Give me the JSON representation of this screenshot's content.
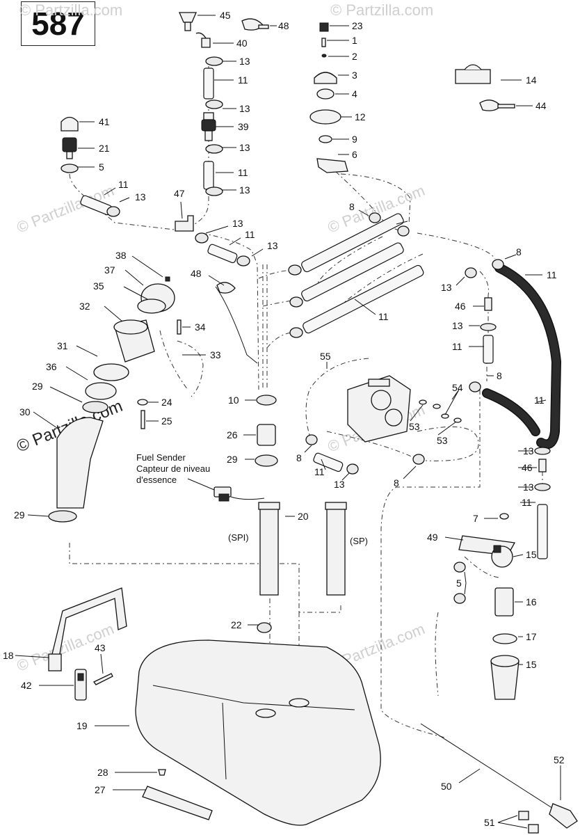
{
  "page_number": "587",
  "watermark": "© Partzilla.com",
  "texts": {
    "fuel_sender_en": "Fuel Sender",
    "fuel_sender_fr1": "Capteur de niveau",
    "fuel_sender_fr2": "d'essence",
    "spi": "(SPI)",
    "sp": "(SP)"
  },
  "labels": [
    {
      "id": "l45",
      "text": "45"
    },
    {
      "id": "l48a",
      "text": "48"
    },
    {
      "id": "l40",
      "text": "40"
    },
    {
      "id": "l13a",
      "text": "13"
    },
    {
      "id": "l11a",
      "text": "11"
    },
    {
      "id": "l13b",
      "text": "13"
    },
    {
      "id": "l39",
      "text": "39"
    },
    {
      "id": "l13c",
      "text": "13"
    },
    {
      "id": "l11b",
      "text": "11"
    },
    {
      "id": "l13d",
      "text": "13"
    },
    {
      "id": "l23",
      "text": "23"
    },
    {
      "id": "l1",
      "text": "1"
    },
    {
      "id": "l2",
      "text": "2"
    },
    {
      "id": "l3",
      "text": "3"
    },
    {
      "id": "l4",
      "text": "4"
    },
    {
      "id": "l12",
      "text": "12"
    },
    {
      "id": "l9",
      "text": "9"
    },
    {
      "id": "l6",
      "text": "6"
    },
    {
      "id": "l14",
      "text": "14"
    },
    {
      "id": "l44",
      "text": "44"
    },
    {
      "id": "l41",
      "text": "41"
    },
    {
      "id": "l21",
      "text": "21"
    },
    {
      "id": "l5a",
      "text": "5"
    },
    {
      "id": "l11c",
      "text": "11"
    },
    {
      "id": "l13e",
      "text": "13"
    },
    {
      "id": "l47",
      "text": "47"
    },
    {
      "id": "l8a",
      "text": "8"
    },
    {
      "id": "l13f",
      "text": "13"
    },
    {
      "id": "l11d",
      "text": "11"
    },
    {
      "id": "l13g",
      "text": "13"
    },
    {
      "id": "l8b",
      "text": "8"
    },
    {
      "id": "l11e",
      "text": "11"
    },
    {
      "id": "l13h",
      "text": "13"
    },
    {
      "id": "l46a",
      "text": "46"
    },
    {
      "id": "l13i",
      "text": "13"
    },
    {
      "id": "l11f",
      "text": "11"
    },
    {
      "id": "l38",
      "text": "38"
    },
    {
      "id": "l37",
      "text": "37"
    },
    {
      "id": "l35",
      "text": "35"
    },
    {
      "id": "l48b",
      "text": "48"
    },
    {
      "id": "l11g",
      "text": "11"
    },
    {
      "id": "l32",
      "text": "32"
    },
    {
      "id": "l34",
      "text": "34"
    },
    {
      "id": "l31",
      "text": "31"
    },
    {
      "id": "l33",
      "text": "33"
    },
    {
      "id": "l36",
      "text": "36"
    },
    {
      "id": "l55",
      "text": "55"
    },
    {
      "id": "l8c",
      "text": "8"
    },
    {
      "id": "l54",
      "text": "54"
    },
    {
      "id": "l11h",
      "text": "11"
    },
    {
      "id": "l29a",
      "text": "29"
    },
    {
      "id": "l24",
      "text": "24"
    },
    {
      "id": "l10",
      "text": "10"
    },
    {
      "id": "l30",
      "text": "30"
    },
    {
      "id": "l25",
      "text": "25"
    },
    {
      "id": "l53a",
      "text": "53"
    },
    {
      "id": "l26",
      "text": "26"
    },
    {
      "id": "l53b",
      "text": "53"
    },
    {
      "id": "l8d",
      "text": "8"
    },
    {
      "id": "l13j",
      "text": "13"
    },
    {
      "id": "l29b",
      "text": "29"
    },
    {
      "id": "l11i",
      "text": "11"
    },
    {
      "id": "l46b",
      "text": "46"
    },
    {
      "id": "l13k",
      "text": "13"
    },
    {
      "id": "l8e",
      "text": "8"
    },
    {
      "id": "l13l",
      "text": "13"
    },
    {
      "id": "l11j",
      "text": "11"
    },
    {
      "id": "l29c",
      "text": "29"
    },
    {
      "id": "l20",
      "text": "20"
    },
    {
      "id": "l7",
      "text": "7"
    },
    {
      "id": "l49",
      "text": "49"
    },
    {
      "id": "l15a",
      "text": "15"
    },
    {
      "id": "l5b",
      "text": "5"
    },
    {
      "id": "l16",
      "text": "16"
    },
    {
      "id": "l22",
      "text": "22"
    },
    {
      "id": "l17",
      "text": "17"
    },
    {
      "id": "l18",
      "text": "18"
    },
    {
      "id": "l43",
      "text": "43"
    },
    {
      "id": "l15b",
      "text": "15"
    },
    {
      "id": "l42",
      "text": "42"
    },
    {
      "id": "l19",
      "text": "19"
    },
    {
      "id": "l52",
      "text": "52"
    },
    {
      "id": "l28",
      "text": "28"
    },
    {
      "id": "l50",
      "text": "50"
    },
    {
      "id": "l27",
      "text": "27"
    },
    {
      "id": "l51",
      "text": "51"
    }
  ]
}
